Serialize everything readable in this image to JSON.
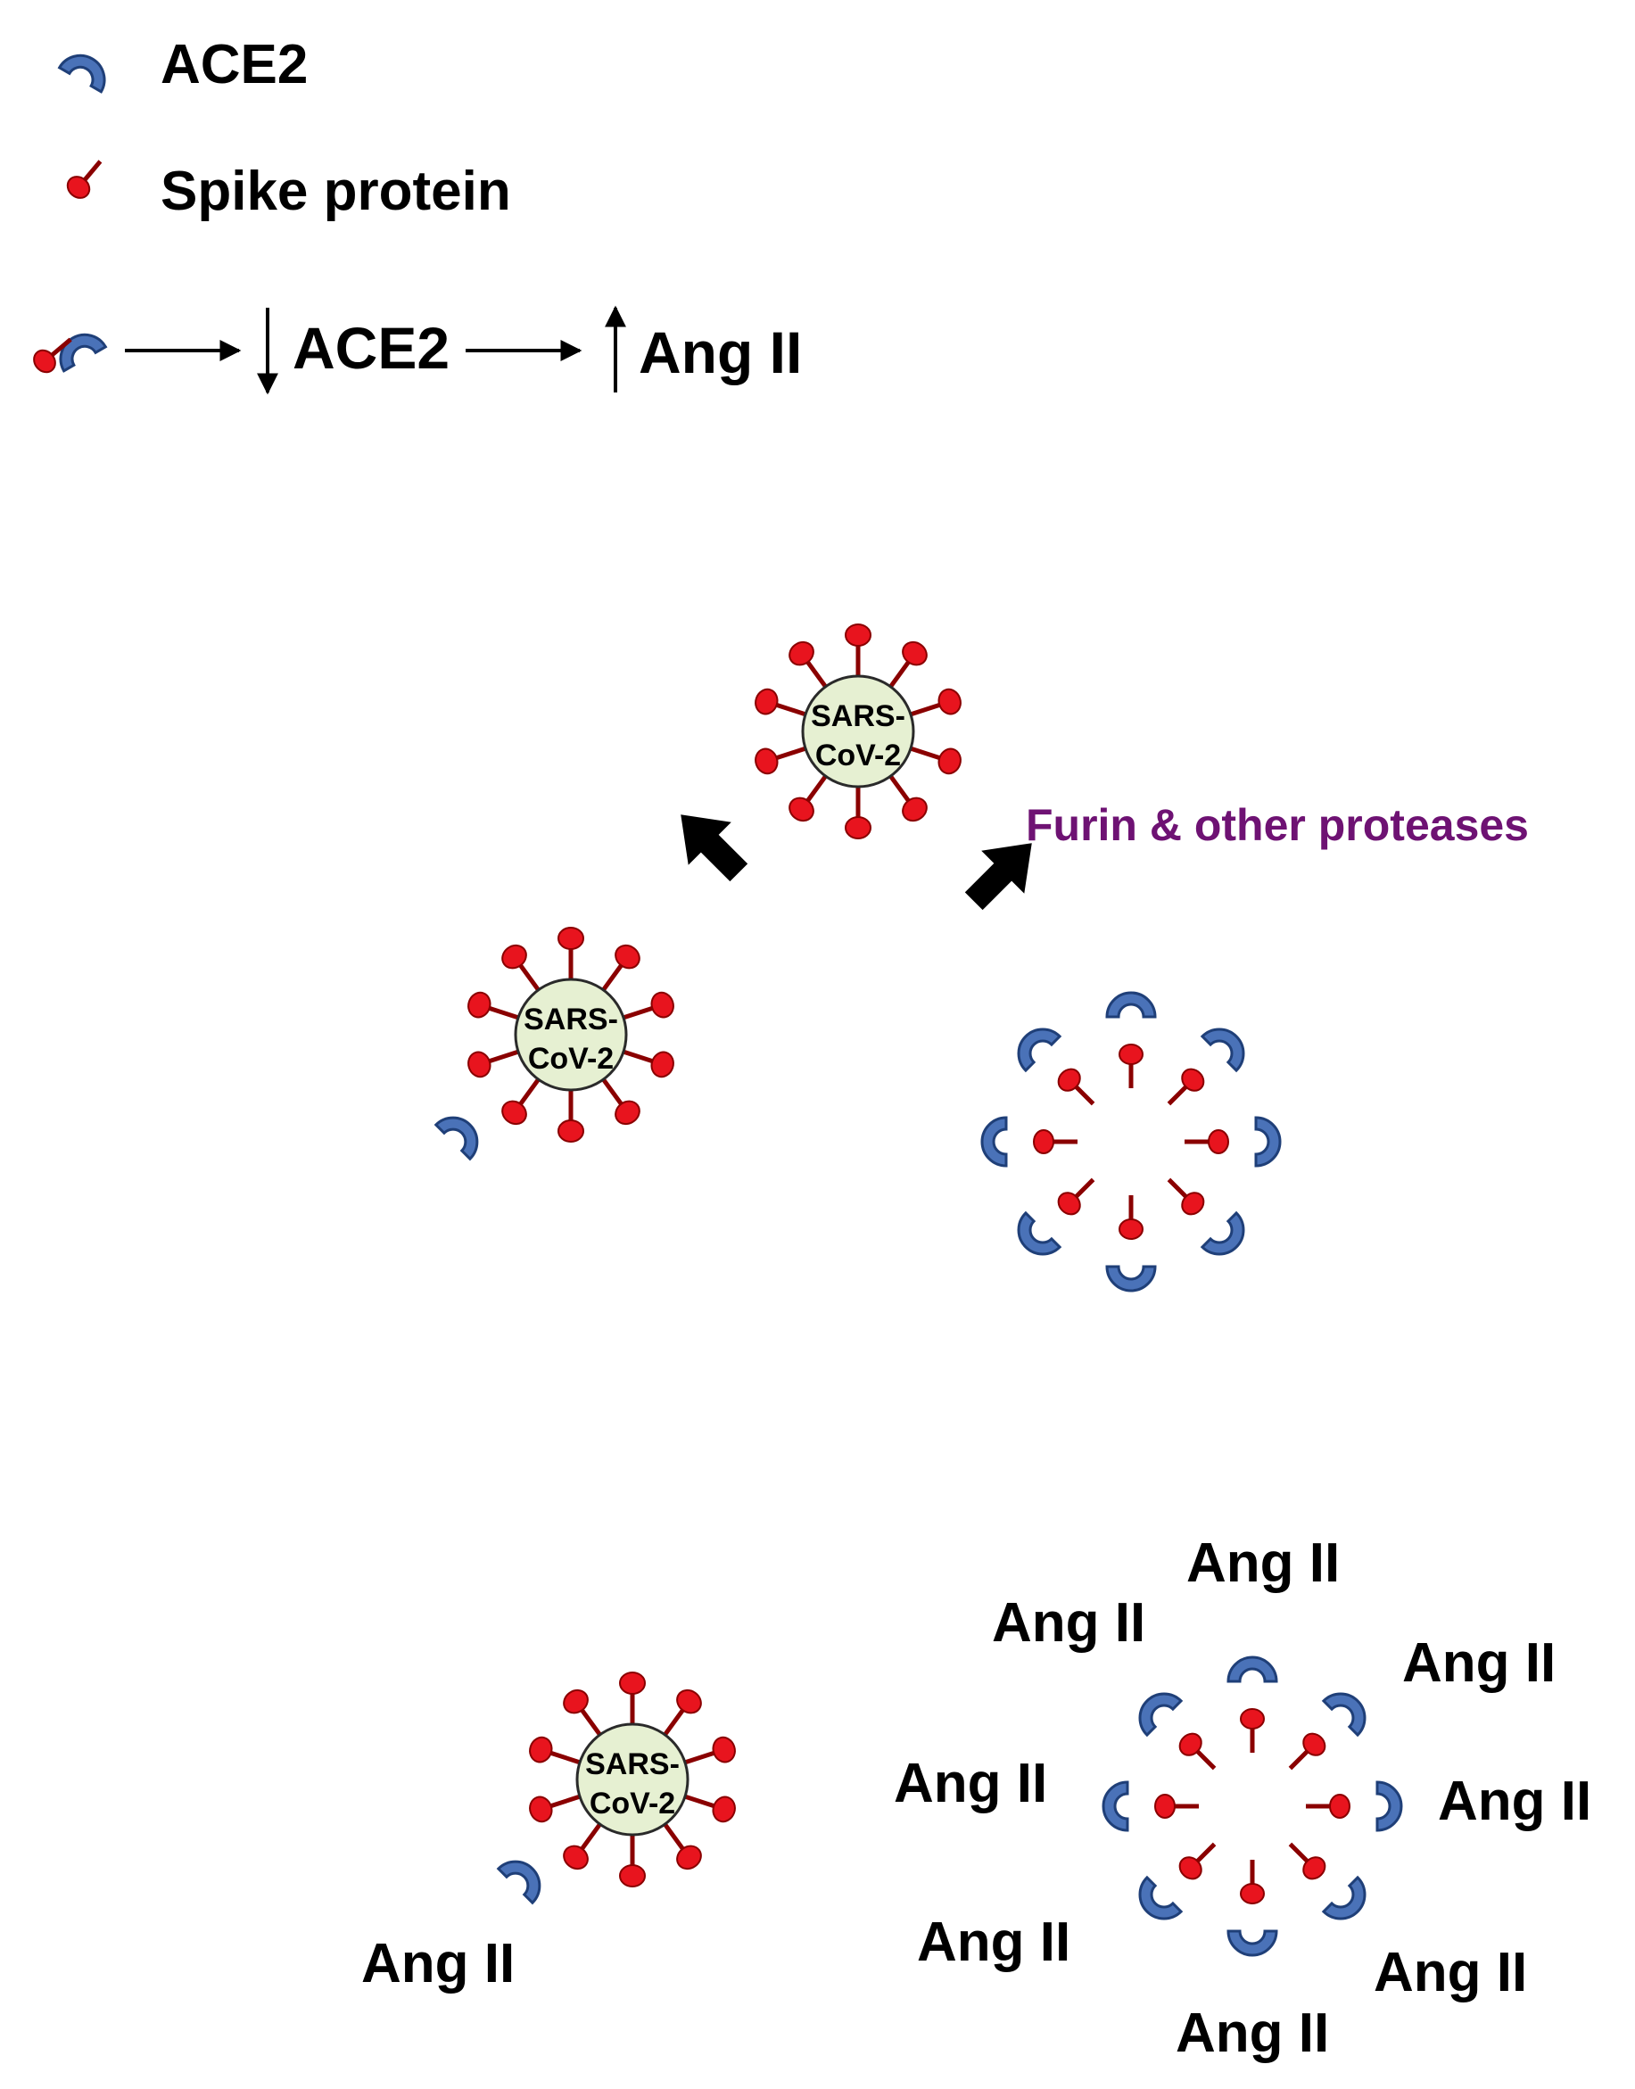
{
  "legend": {
    "ace2_label": "ACE2",
    "spike_label": "Spike protein"
  },
  "pathway": {
    "step1_label": "ACE2",
    "step2_label": "Ang II",
    "step1_direction": "down",
    "step2_direction": "up"
  },
  "virus": {
    "label_line1": "SARS-",
    "label_line2": "CoV-2"
  },
  "protease_label": "Furin & other proteases",
  "ang_label": "Ang II",
  "colors": {
    "ace2_fill": "#4a72b8",
    "ace2_stroke": "#1f3f78",
    "spike_fill": "#e8141e",
    "spike_stroke": "#8a0000",
    "virus_fill": "#e6f0d2",
    "protease_text": "#6e1273",
    "arrow": "#000000"
  }
}
